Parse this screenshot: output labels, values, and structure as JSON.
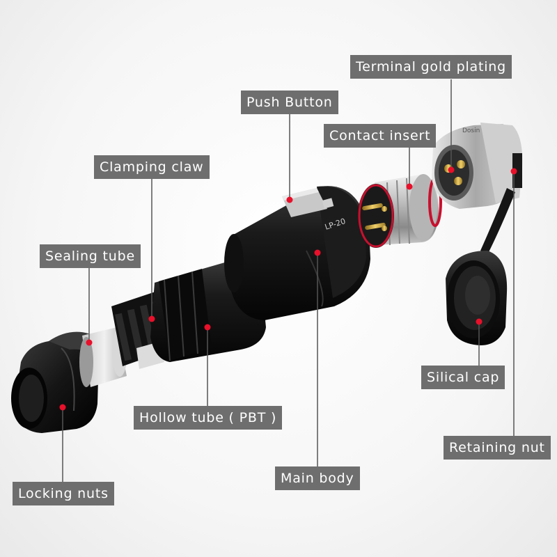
{
  "labels": {
    "terminal_gold_plating": "Terminal gold plating",
    "push_button": "Push Button",
    "contact_insert": "Contact insert",
    "clamping_claw": "Clamping claw",
    "sealing_tube": "Sealing tube",
    "hollow_tube": "Hollow tube ( PBT )",
    "silical_cap": "Silical cap",
    "retaining_nut": "Retaining nut",
    "main_body": "Main body",
    "locking_nuts": "Locking nuts"
  },
  "product_markings": {
    "model": "LP-20",
    "brand": "Dosin"
  },
  "colors": {
    "label_bg": "#6e6e6e",
    "label_text": "#ffffff",
    "leader_line": "#555555",
    "pointer_dot": "#e8102a",
    "seal_ring": "#c8102e",
    "gold_pin": "#d4a832"
  }
}
